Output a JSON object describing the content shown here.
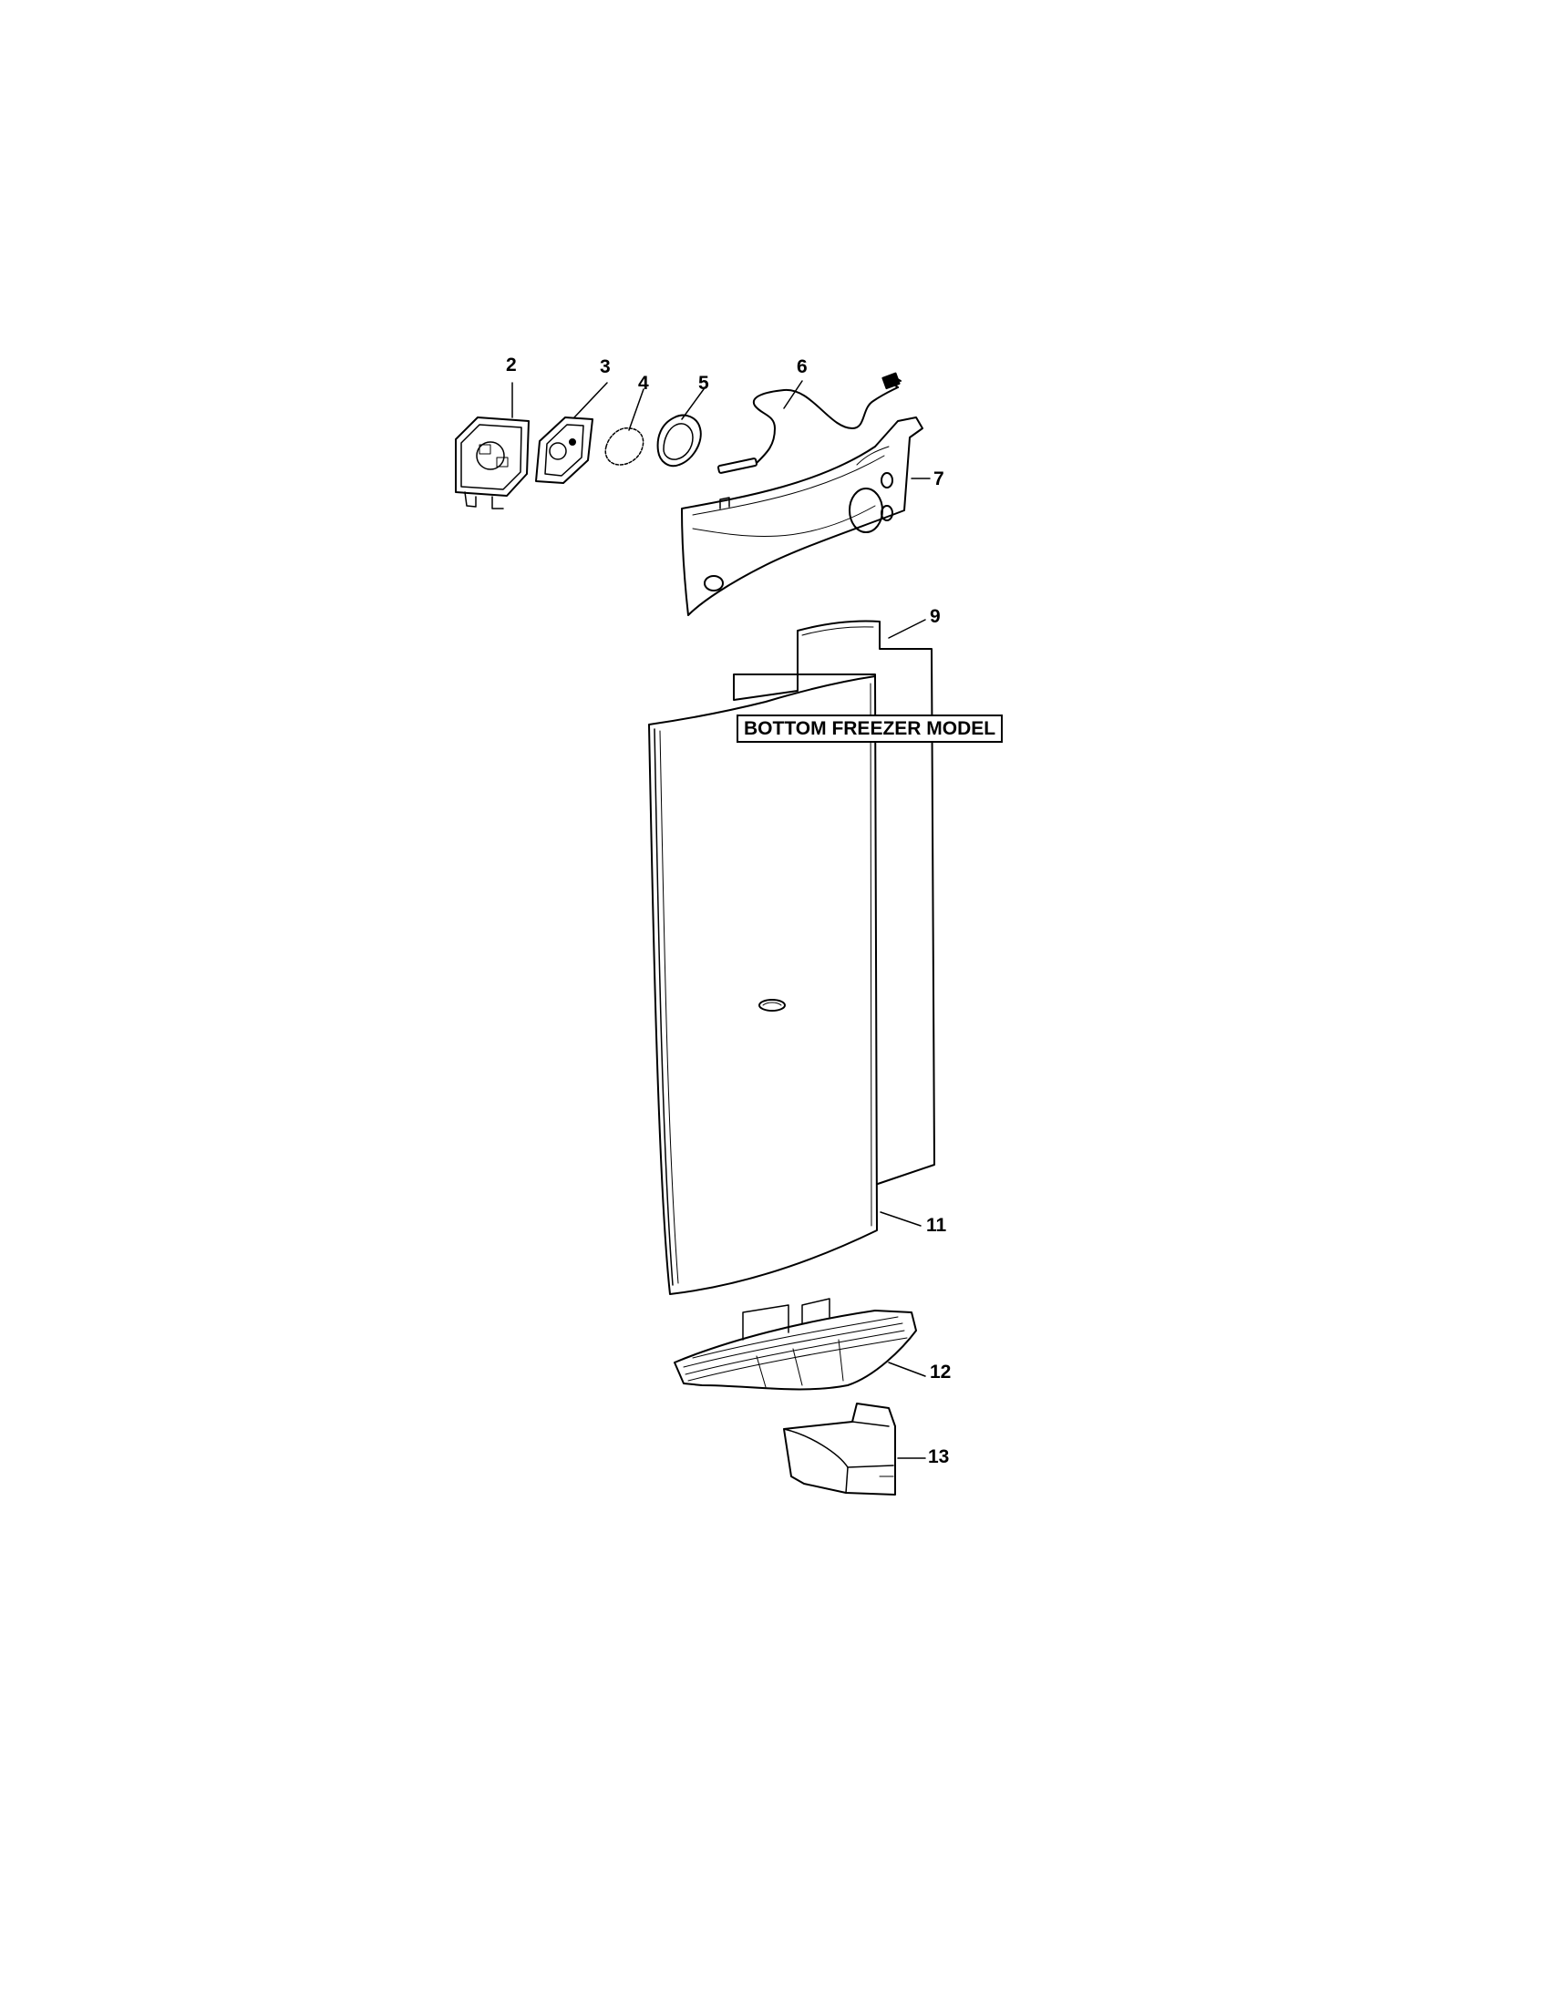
{
  "diagram": {
    "model_label": "BOTTOM FREEZER MODEL",
    "callouts": {
      "c2": "2",
      "c3": "3",
      "c4": "4",
      "c5": "5",
      "c6": "6",
      "c7": "7",
      "c9": "9",
      "c11": "11",
      "c12": "12",
      "c13": "13"
    },
    "line_color": "#000000",
    "part_fill": "#ffffff"
  }
}
